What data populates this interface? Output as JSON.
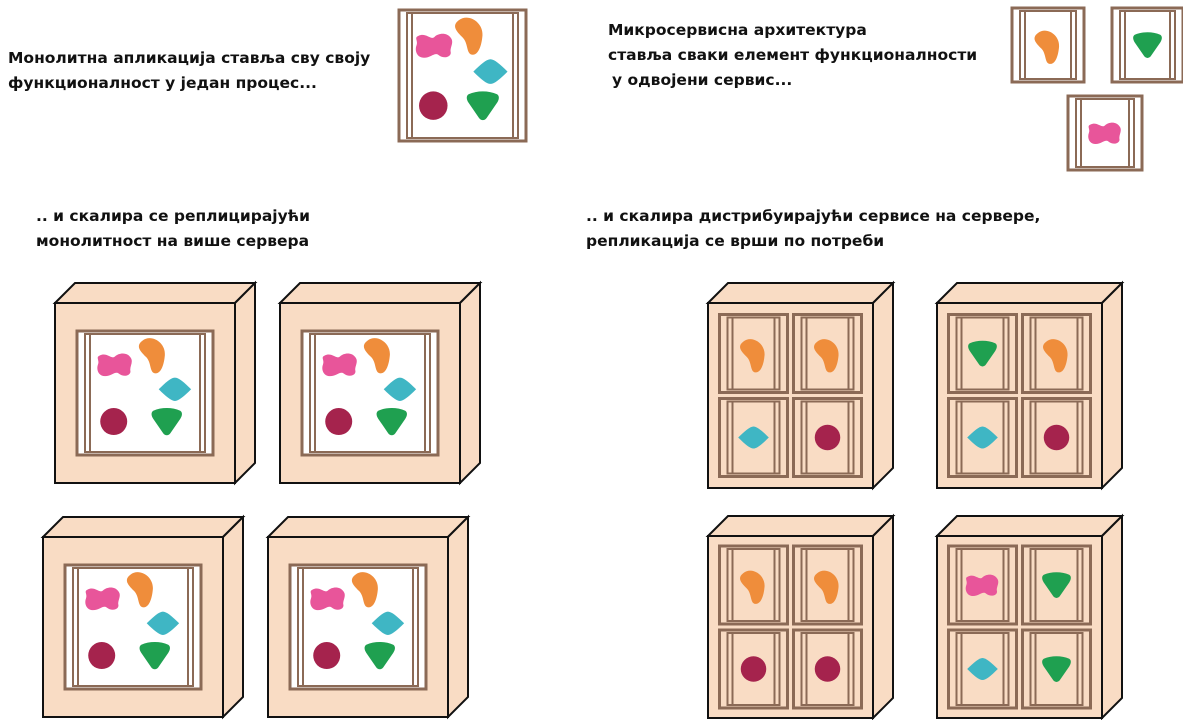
{
  "captions": {
    "monolith_intro": [
      "Монолитна апликација ставља сву своју",
      "функционалност у један процес..."
    ],
    "micro_intro": [
      "Микросервисна архитектура",
      "ставља сваки елемент функционалности",
      "у одвојени сервис..."
    ],
    "monolith_scale": [
      ".. и скалира се реплицирајући",
      "монолитност на више сервера"
    ],
    "micro_scale": [
      ".. и скалира дистрибуирајући сервисе на сервере,",
      "репликација се врши по потреби"
    ]
  },
  "colors": {
    "frame": "#8b6a56",
    "server_face": "#f9dcc4",
    "outline": "#111111",
    "shape_orange": "#ef8d3b",
    "shape_pink": "#e8559a",
    "shape_teal": "#3fb6c4",
    "shape_maroon": "#a5234d",
    "shape_green": "#1fa050"
  },
  "diagram": {
    "monolith_components": [
      "pink-blob",
      "orange-blob",
      "teal-diamond",
      "maroon-circle",
      "green-triangle"
    ],
    "microservices": [
      "orange-blob",
      "green-triangle",
      "pink-blob"
    ],
    "monolith_servers": [
      [
        "pink-blob",
        "orange-blob",
        "teal-diamond",
        "maroon-circle",
        "green-triangle"
      ],
      [
        "pink-blob",
        "orange-blob",
        "teal-diamond",
        "maroon-circle",
        "green-triangle"
      ],
      [
        "pink-blob",
        "orange-blob",
        "teal-diamond",
        "maroon-circle",
        "green-triangle"
      ],
      [
        "pink-blob",
        "orange-blob",
        "teal-diamond",
        "maroon-circle",
        "green-triangle"
      ]
    ],
    "micro_servers": [
      [
        "orange-blob",
        "orange-blob",
        "teal-diamond",
        "maroon-circle"
      ],
      [
        "green-triangle",
        "orange-blob",
        "teal-diamond",
        "maroon-circle"
      ],
      [
        "orange-blob",
        "orange-blob",
        "maroon-circle",
        "maroon-circle"
      ],
      [
        "pink-blob",
        "green-triangle",
        "teal-diamond",
        "green-triangle"
      ]
    ]
  }
}
